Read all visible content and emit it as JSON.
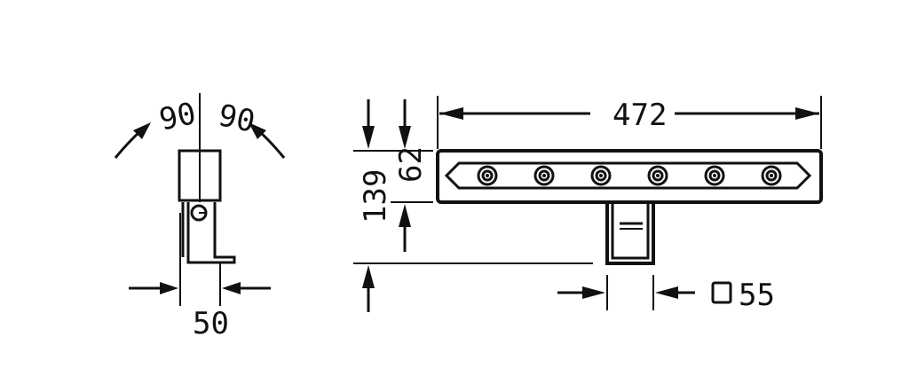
{
  "dimensions": {
    "angle_left": "90",
    "angle_right": "90",
    "side_width": "50",
    "total_height": "139",
    "head_height": "62",
    "length": "472",
    "square_section": "55"
  },
  "colors": {
    "line": "#111111",
    "background": "#ffffff"
  }
}
